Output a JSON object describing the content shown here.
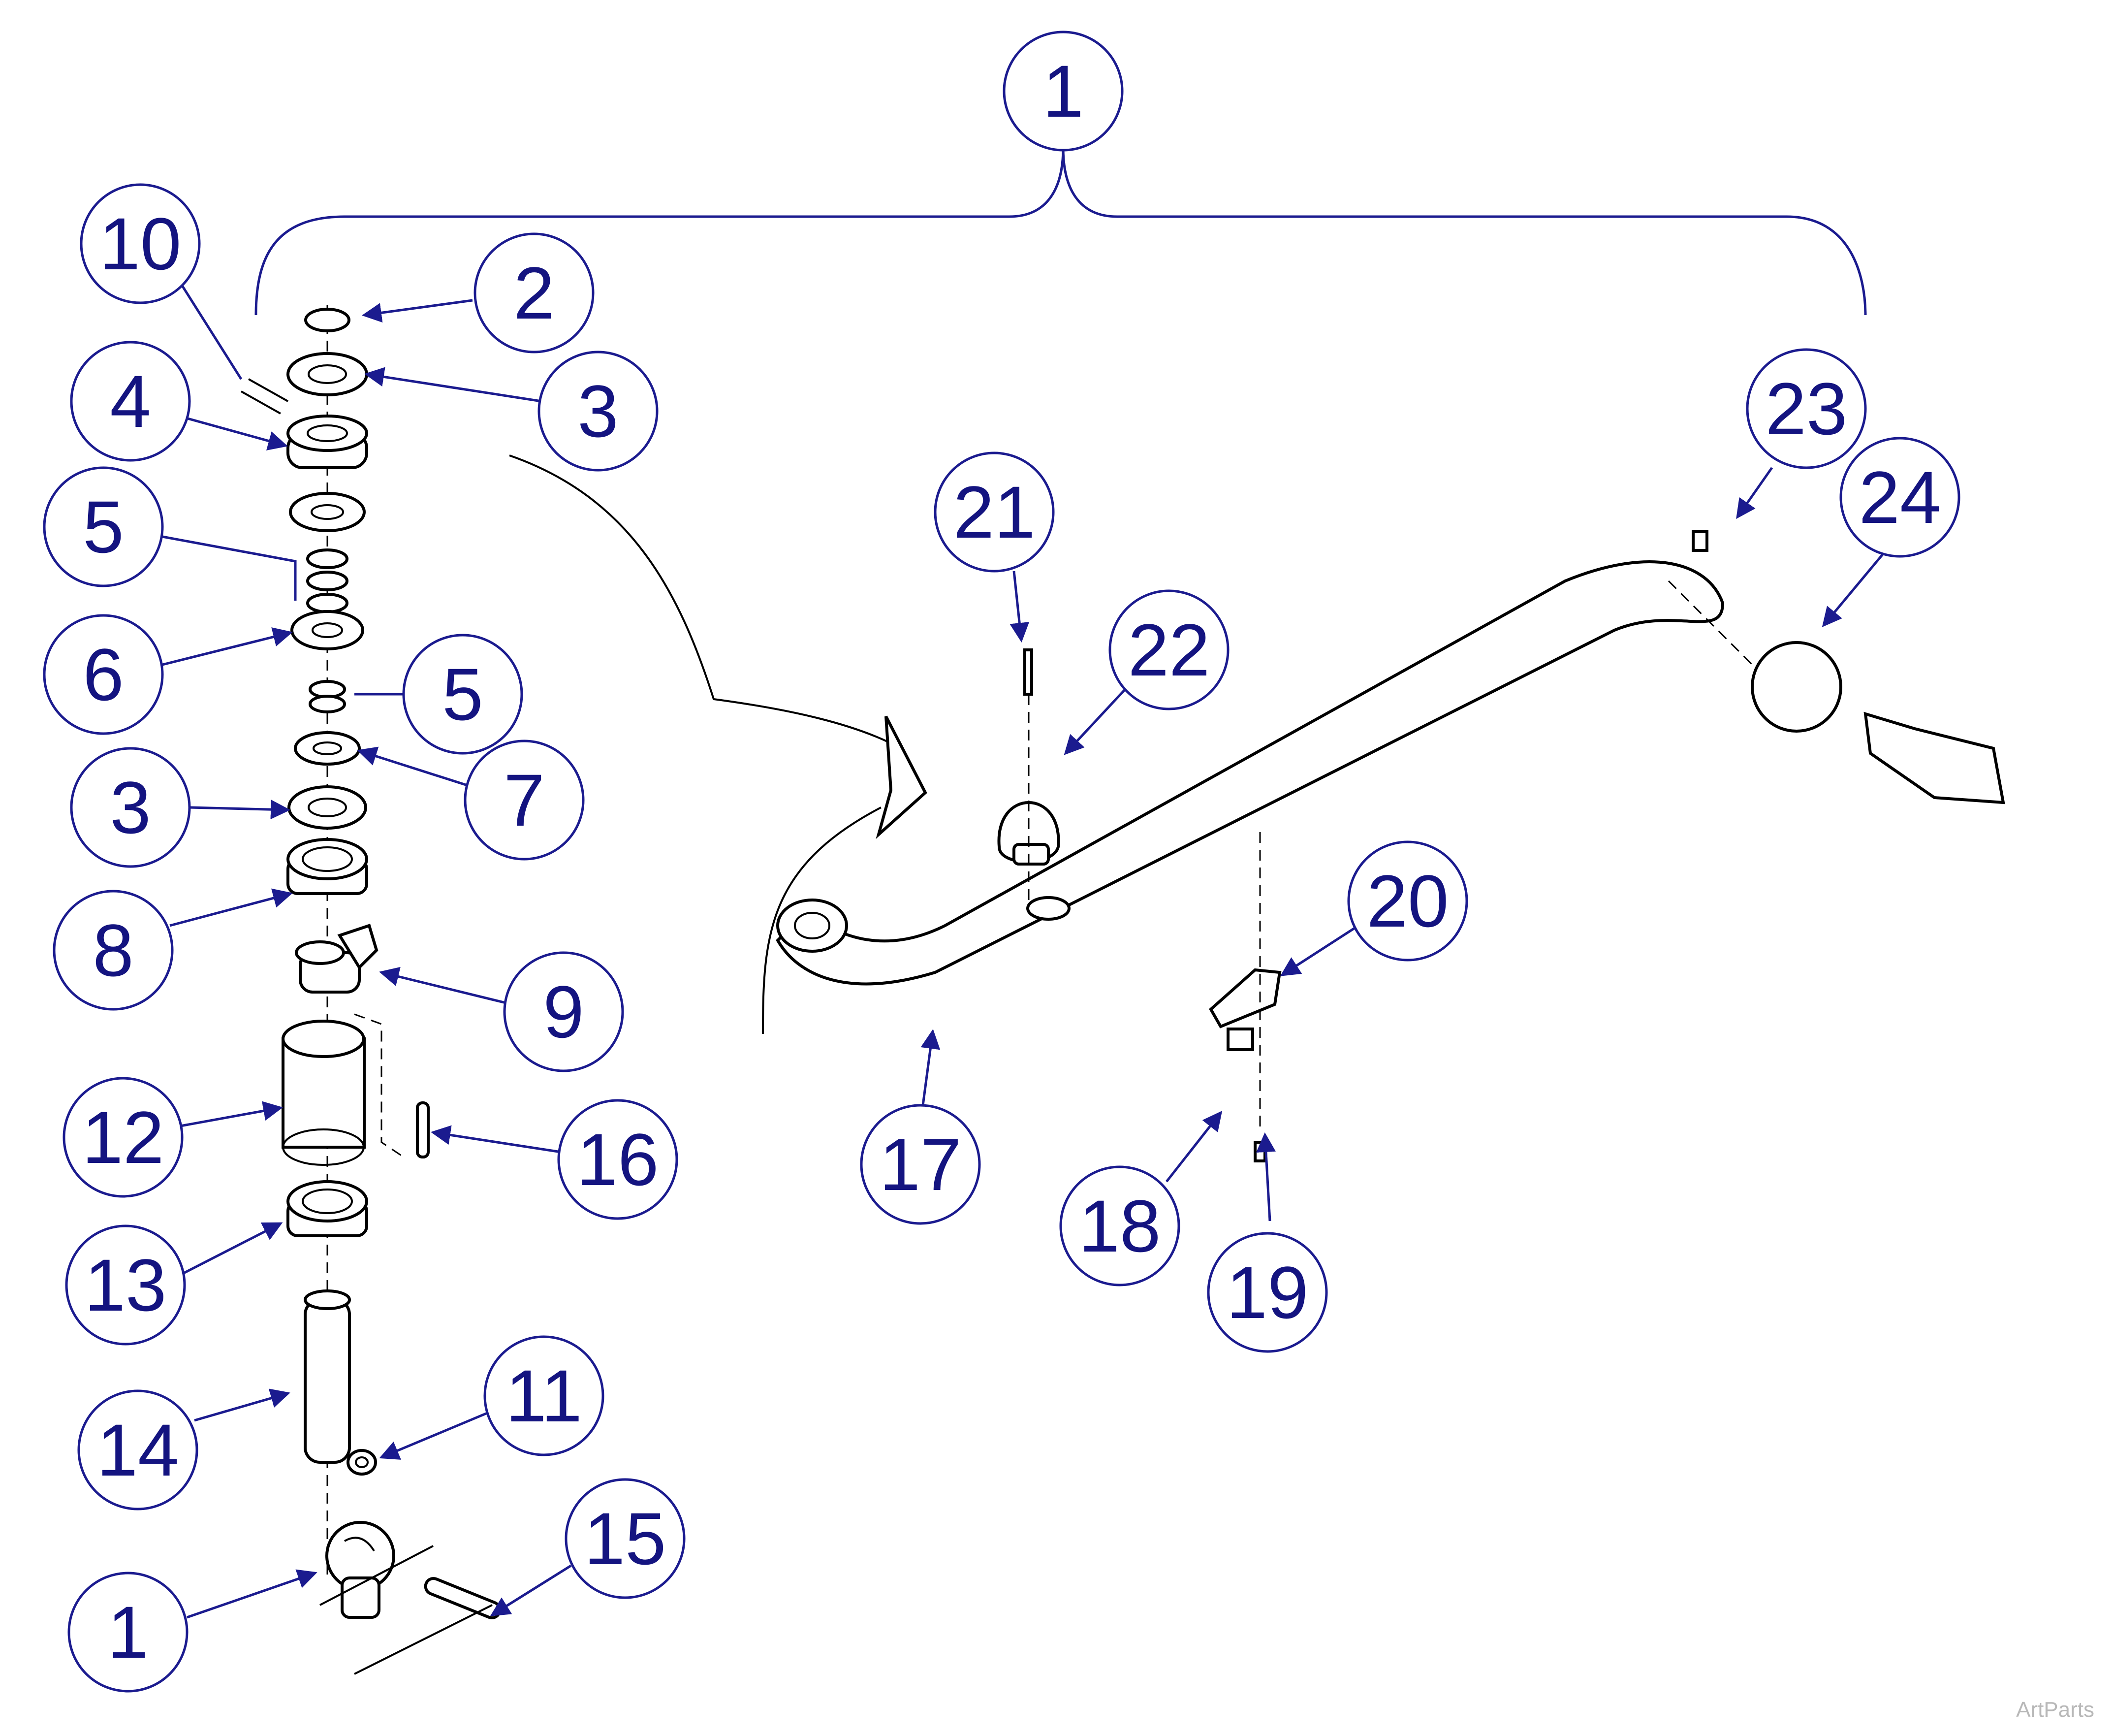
{
  "callouts": [
    {
      "id": "c1-top",
      "label": "1"
    },
    {
      "id": "c2",
      "label": "2"
    },
    {
      "id": "c3-upper",
      "label": "3"
    },
    {
      "id": "c4",
      "label": "4"
    },
    {
      "id": "c5-left",
      "label": "5"
    },
    {
      "id": "c5-right",
      "label": "5"
    },
    {
      "id": "c6",
      "label": "6"
    },
    {
      "id": "c7",
      "label": "7"
    },
    {
      "id": "c3-lower",
      "label": "3"
    },
    {
      "id": "c8",
      "label": "8"
    },
    {
      "id": "c9",
      "label": "9"
    },
    {
      "id": "c10",
      "label": "10"
    },
    {
      "id": "c11",
      "label": "11"
    },
    {
      "id": "c12",
      "label": "12"
    },
    {
      "id": "c13",
      "label": "13"
    },
    {
      "id": "c14",
      "label": "14"
    },
    {
      "id": "c15",
      "label": "15"
    },
    {
      "id": "c16",
      "label": "16"
    },
    {
      "id": "c1-bottom",
      "label": "1"
    },
    {
      "id": "c17",
      "label": "17"
    },
    {
      "id": "c18",
      "label": "18"
    },
    {
      "id": "c19",
      "label": "19"
    },
    {
      "id": "c20",
      "label": "20"
    },
    {
      "id": "c21",
      "label": "21"
    },
    {
      "id": "c22",
      "label": "22"
    },
    {
      "id": "c23",
      "label": "23"
    },
    {
      "id": "c24",
      "label": "24"
    }
  ],
  "watermark": "ArtParts",
  "colors": {
    "callout": "#1b1b8f",
    "callout_text": "#141480",
    "line_art": "#000000",
    "watermark": "#b8b8b8"
  }
}
